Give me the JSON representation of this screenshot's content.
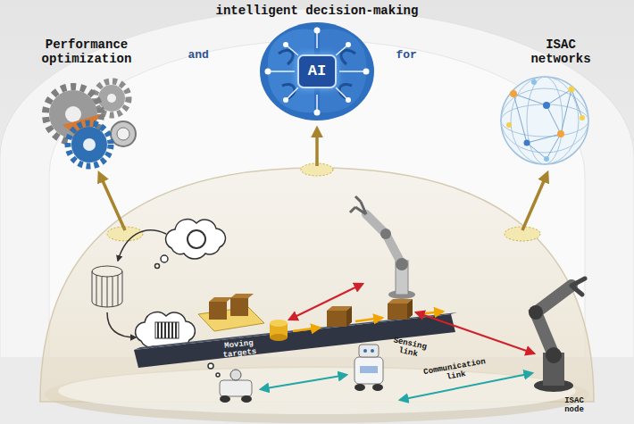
{
  "diagram": {
    "nodes": [
      {
        "text": [
          "AI"
        ]
      }
    ],
    "labels": [
      "Performance optimization",
      "and",
      "intelligent decision-making",
      "for",
      "ISAC networks",
      "Moving targets",
      "Sensing link",
      "Communication link",
      "ISAC node"
    ]
  }
}
